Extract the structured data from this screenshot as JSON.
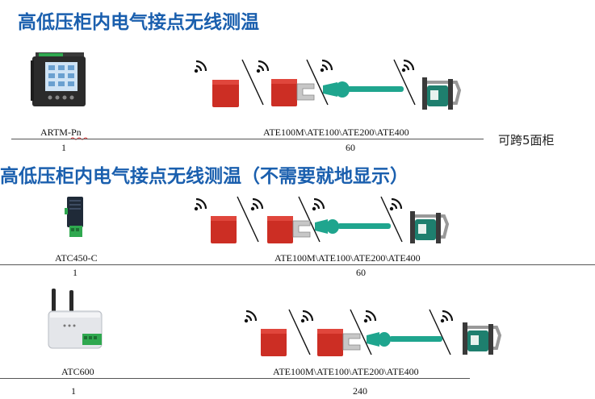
{
  "section1": {
    "title": "高低压柜内电气接点无线测温",
    "device_name": "ARTM-Pn",
    "device_qty": "1",
    "sensor_models": "ATE100M\\ATE100\\ATE200\\ATE400",
    "sensor_qty": "60",
    "note": "可跨5面柜"
  },
  "section2": {
    "title": "高低压柜内电气接点无线测温（不需要就地显示）",
    "device_name": "ATC450-C",
    "device_qty": "1",
    "sensor_models": "ATE100M\\ATE100\\ATE200\\ATE400",
    "sensor_qty": "60"
  },
  "section3": {
    "device_name": "ATC600",
    "device_qty": "1",
    "sensor_models": "ATE100M\\ATE100\\ATE200\\ATE400",
    "sensor_qty": "240"
  },
  "colors": {
    "title": "#1a5fae",
    "sensor_red": "#cc2e24",
    "strap_teal": "#1fa58e",
    "terminal_green": "#2fa84f"
  },
  "icons": [
    "wifi-signal-icon",
    "sensor-ate100m",
    "sensor-ate100",
    "sensor-ate200",
    "sensor-ate400",
    "device-artm-pn",
    "device-atc450-c",
    "device-atc600"
  ]
}
